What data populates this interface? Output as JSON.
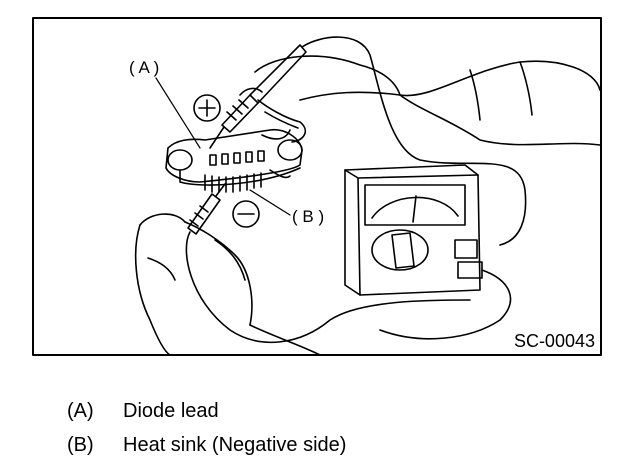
{
  "figure": {
    "callout_a": "( A )",
    "callout_b": "( B )",
    "code": "SC-00043",
    "plus_symbol": "plus-sign-icon",
    "minus_symbol": "minus-sign-icon"
  },
  "legend": [
    {
      "key": "(A)",
      "text": "Diode lead"
    },
    {
      "key": "(B)",
      "text": "Heat sink (Negative side)"
    }
  ]
}
